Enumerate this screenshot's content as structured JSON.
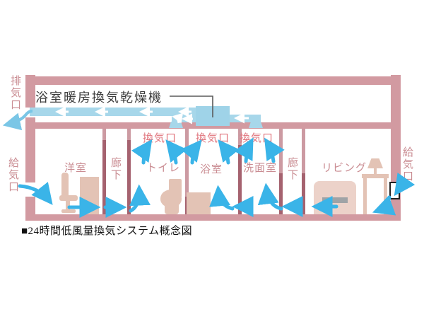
{
  "diagram": {
    "unit_label": "浴室暖房換気乾燥機",
    "caption": "■24時間低風量換気システム概念図",
    "vents": {
      "exhaust_left": "排気口",
      "supply_left": "給気口",
      "supply_right": "給気口"
    },
    "vent_openings": {
      "toilet": "換気口",
      "bath": "換気口",
      "washroom": "換気口"
    },
    "rooms": {
      "western": "洋室",
      "hallway1": "廊下",
      "toilet": "トイレ",
      "bath": "浴室",
      "washroom": "洗面室",
      "hallway2": "廊下",
      "living": "リビング"
    },
    "colors": {
      "wall": "#d29aa1",
      "interior_wall_light": "#cc9aa2",
      "interior_wall_dark": "#a5626f",
      "duct_blue": "#a7d7ea",
      "flow_arrow_blue": "#3ab4e8",
      "vent_label": "#e0737c",
      "room_label": "#ca8d93",
      "furniture": "#e3c3b5"
    }
  }
}
